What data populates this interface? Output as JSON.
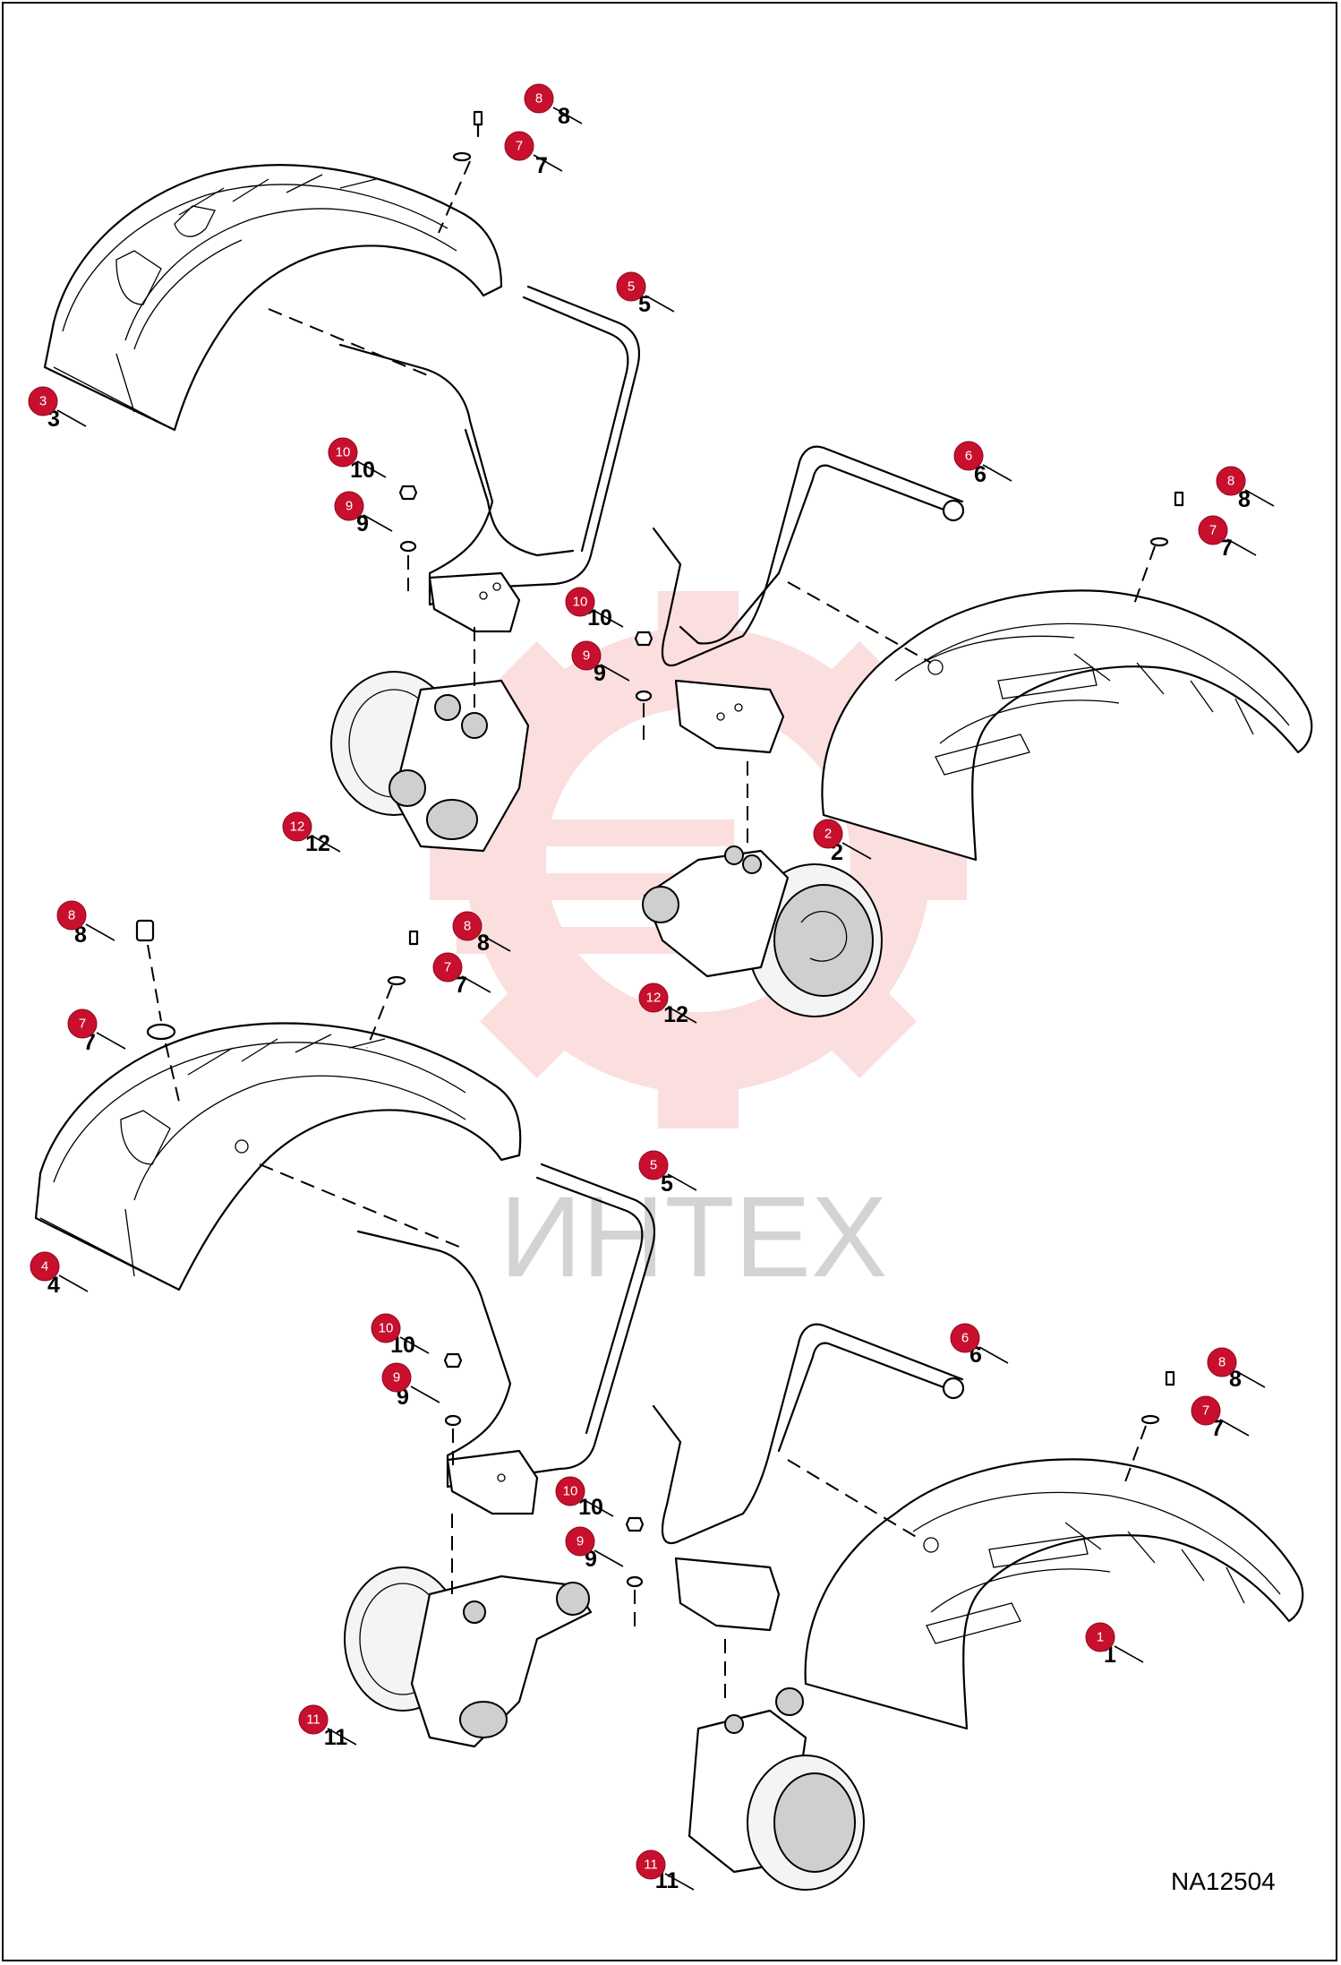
{
  "figure": {
    "id": "NA12504"
  },
  "watermark": {
    "text": "ИНТЕХ",
    "color": "#f4a3a3"
  },
  "colors": {
    "callout": "#c8102e",
    "line": "#000000"
  },
  "callouts": [
    {
      "num": "8"
    },
    {
      "num": "7"
    },
    {
      "num": "5"
    },
    {
      "num": "3"
    },
    {
      "num": "10"
    },
    {
      "num": "9"
    },
    {
      "num": "6"
    },
    {
      "num": "8"
    },
    {
      "num": "7"
    },
    {
      "num": "10"
    },
    {
      "num": "9"
    },
    {
      "num": "12"
    },
    {
      "num": "2"
    },
    {
      "num": "12"
    },
    {
      "num": "8"
    },
    {
      "num": "8"
    },
    {
      "num": "7"
    },
    {
      "num": "7"
    },
    {
      "num": "5"
    },
    {
      "num": "4"
    },
    {
      "num": "10"
    },
    {
      "num": "9"
    },
    {
      "num": "6"
    },
    {
      "num": "8"
    },
    {
      "num": "7"
    },
    {
      "num": "10"
    },
    {
      "num": "9"
    },
    {
      "num": "1"
    },
    {
      "num": "11"
    },
    {
      "num": "11"
    }
  ]
}
